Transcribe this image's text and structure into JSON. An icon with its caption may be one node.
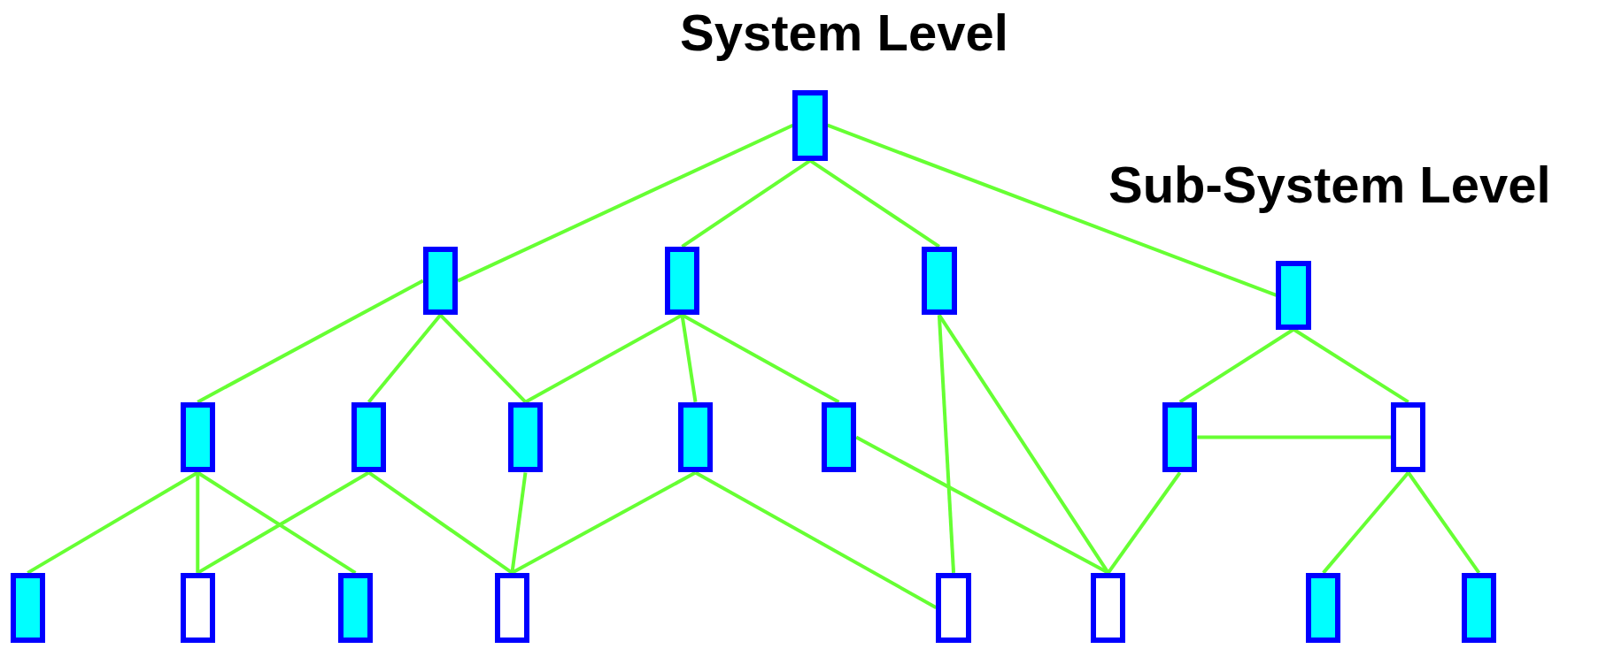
{
  "diagram": {
    "nodes": [
      {
        "text": [],
        "shape": "box"
      },
      {
        "text": [],
        "shape": "box"
      },
      {
        "text": [],
        "shape": "box"
      },
      {
        "text": [],
        "shape": "box"
      },
      {
        "text": [],
        "shape": "box"
      },
      {
        "text": [],
        "shape": "box"
      },
      {
        "text": [],
        "shape": "box"
      },
      {
        "text": [],
        "shape": "box"
      },
      {
        "text": [],
        "shape": "box"
      },
      {
        "text": [],
        "shape": "box"
      },
      {
        "text": [],
        "shape": "box"
      },
      {
        "text": [],
        "shape": "box"
      },
      {
        "text": [],
        "shape": "box"
      },
      {
        "text": [],
        "shape": "box"
      },
      {
        "text": [],
        "shape": "box"
      },
      {
        "text": [],
        "shape": "box"
      },
      {
        "text": [],
        "shape": "box"
      },
      {
        "text": [],
        "shape": "box"
      },
      {
        "text": [],
        "shape": "box"
      },
      {
        "text": [],
        "shape": "box"
      }
    ],
    "edges": [
      {
        "from": 0,
        "to": 1,
        "arrow": "none"
      },
      {
        "from": 0,
        "to": 2,
        "arrow": "none"
      },
      {
        "from": 0,
        "to": 3,
        "arrow": "none"
      },
      {
        "from": 0,
        "to": 4,
        "arrow": "none"
      },
      {
        "from": 1,
        "to": 5,
        "arrow": "none"
      },
      {
        "from": 1,
        "to": 6,
        "arrow": "none"
      },
      {
        "from": 1,
        "to": 7,
        "arrow": "none"
      },
      {
        "from": 2,
        "to": 7,
        "arrow": "none"
      },
      {
        "from": 2,
        "to": 8,
        "arrow": "none"
      },
      {
        "from": 2,
        "to": 9,
        "arrow": "none"
      },
      {
        "from": 3,
        "to": 16,
        "arrow": "none"
      },
      {
        "from": 3,
        "to": 17,
        "arrow": "none"
      },
      {
        "from": 4,
        "to": 10,
        "arrow": "none"
      },
      {
        "from": 4,
        "to": 11,
        "arrow": "none"
      },
      {
        "from": 10,
        "to": 11,
        "arrow": "none"
      },
      {
        "from": 5,
        "to": 12,
        "arrow": "none"
      },
      {
        "from": 5,
        "to": 13,
        "arrow": "none"
      },
      {
        "from": 5,
        "to": 14,
        "arrow": "none"
      },
      {
        "from": 6,
        "to": 13,
        "arrow": "none"
      },
      {
        "from": 6,
        "to": 15,
        "arrow": "none"
      },
      {
        "from": 7,
        "to": 15,
        "arrow": "none"
      },
      {
        "from": 8,
        "to": 15,
        "arrow": "none"
      },
      {
        "from": 8,
        "to": 16,
        "arrow": "none"
      },
      {
        "from": 9,
        "to": 17,
        "arrow": "none"
      },
      {
        "from": 10,
        "to": 17,
        "arrow": "none"
      },
      {
        "from": 11,
        "to": 18,
        "arrow": "none"
      },
      {
        "from": 11,
        "to": 19,
        "arrow": "none"
      }
    ],
    "labels": [
      "System Level",
      "Sub-System Level"
    ]
  }
}
